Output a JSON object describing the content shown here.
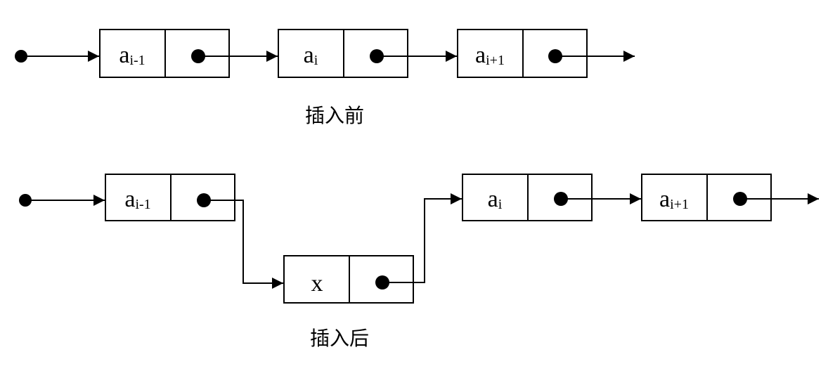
{
  "before": {
    "caption": "插入前",
    "nodes": [
      {
        "main": "a",
        "sub": "i-1"
      },
      {
        "main": "a",
        "sub": "i"
      },
      {
        "main": "a",
        "sub": "i+1"
      }
    ]
  },
  "after": {
    "caption": "插入后",
    "nodes": [
      {
        "main": "a",
        "sub": "i-1"
      },
      {
        "main": "x",
        "sub": ""
      },
      {
        "main": "a",
        "sub": "i"
      },
      {
        "main": "a",
        "sub": "i+1"
      }
    ]
  }
}
